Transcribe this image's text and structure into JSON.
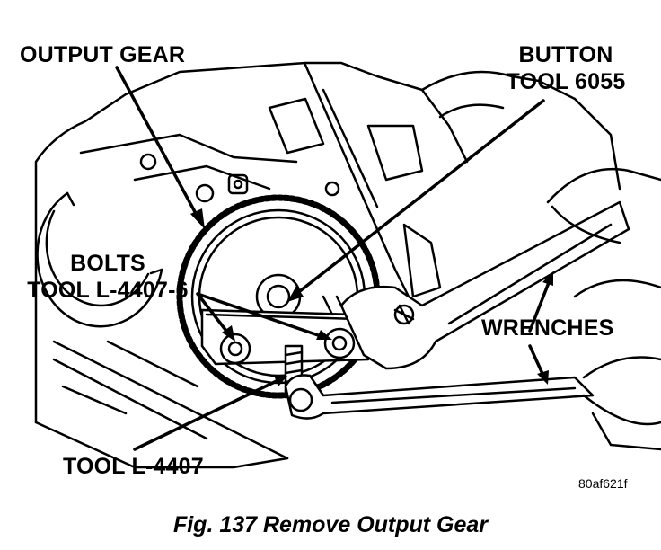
{
  "labels": {
    "output_gear": "OUTPUT GEAR",
    "button_tool_line1": "BUTTON",
    "button_tool_line2": "TOOL 6055",
    "bolts_line1": "BOLTS",
    "bolts_line2": "TOOL L-4407-6",
    "wrenches": "WRENCHES",
    "tool_l4407": "TOOL L-4407"
  },
  "figure_code": "80af621f",
  "caption": "Fig. 137 Remove Output Gear",
  "colors": {
    "ink": "#000000",
    "paper": "#ffffff"
  }
}
